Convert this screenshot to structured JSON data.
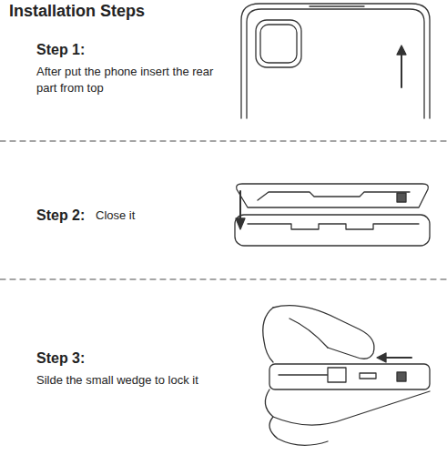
{
  "diagram": {
    "title": "Installation Steps",
    "labels": [
      "Step 1:",
      "After put the phone insert the rear part from top",
      "Step 2:",
      "Close it",
      "Step 3:",
      "Silde the small wedge to lock it"
    ]
  }
}
